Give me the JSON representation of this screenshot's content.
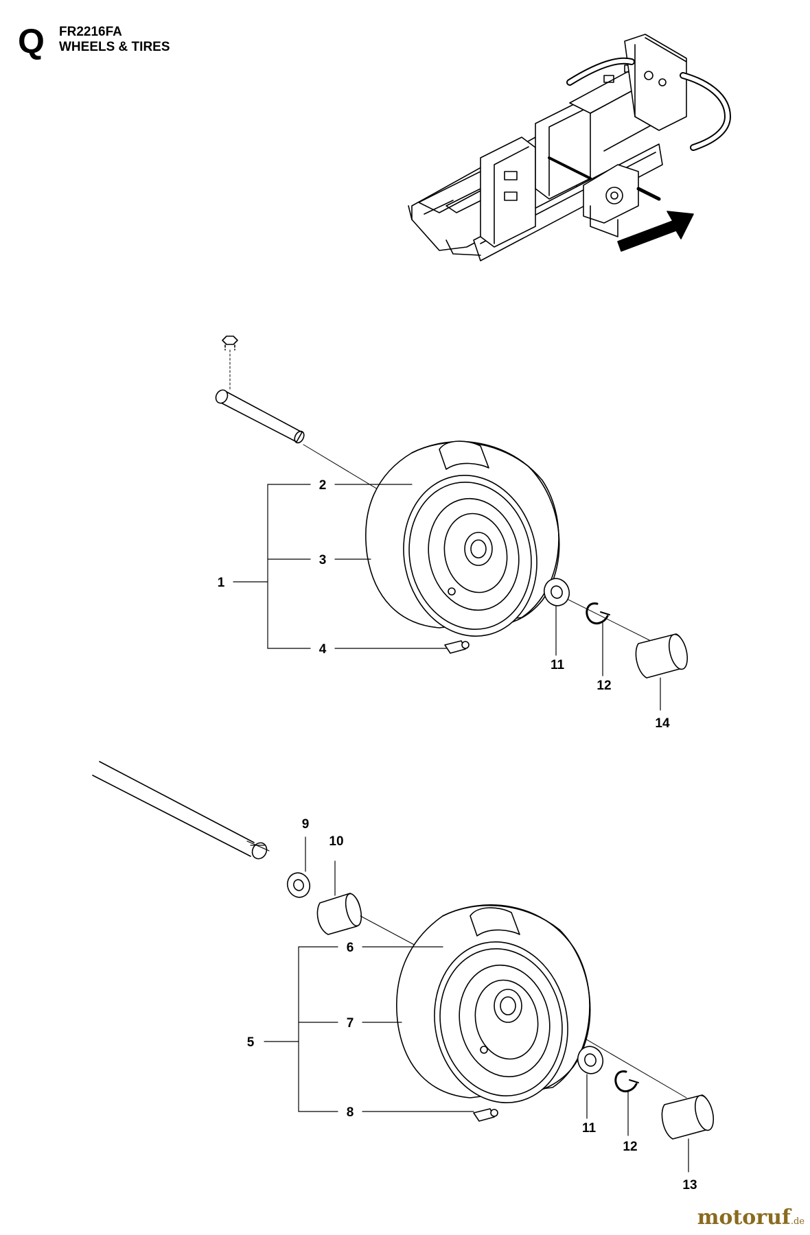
{
  "header": {
    "section_letter": "Q",
    "model": "FR2216FA",
    "title": "WHEELS & TIRES"
  },
  "callouts": {
    "c1": "1",
    "c2": "2",
    "c3": "3",
    "c4": "4",
    "c5": "5",
    "c6": "6",
    "c7": "7",
    "c8": "8",
    "c9": "9",
    "c10": "10",
    "c11a": "11",
    "c12a": "12",
    "c14": "14",
    "c11b": "11",
    "c12b": "12",
    "c13": "13"
  },
  "watermark": {
    "main": "motoruf",
    "suffix": ".de"
  },
  "colors": {
    "line": "#000000",
    "watermark": "#8a6a1e"
  }
}
